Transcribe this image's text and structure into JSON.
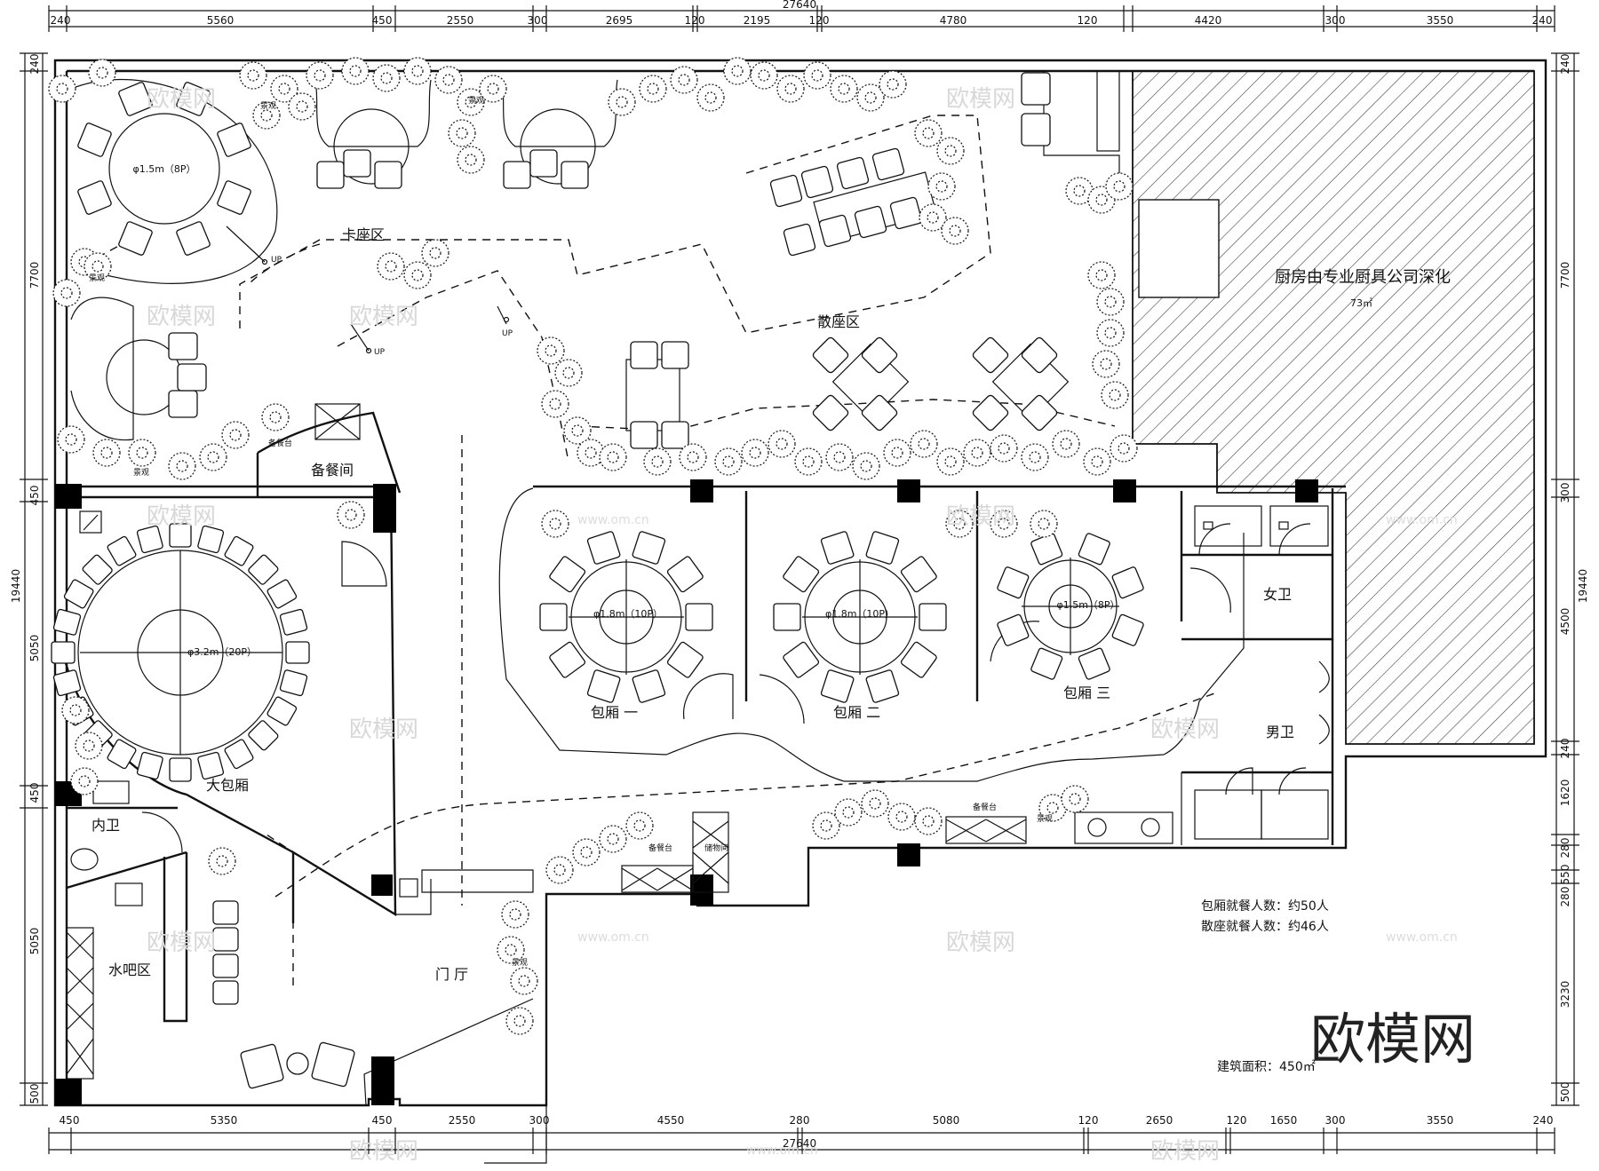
{
  "dimensions": {
    "top_total": "27640",
    "bottom_total": "27640",
    "top": [
      "240",
      "5560",
      "450",
      "2550",
      "300",
      "2695",
      "120",
      "2195",
      "120",
      "4780",
      "120",
      "4420",
      "300",
      "3550",
      "240"
    ],
    "bottom": [
      "450",
      "5350",
      "450",
      "2550",
      "300",
      "4550",
      "280",
      "5080",
      "120",
      "2650",
      "120",
      "1650",
      "300",
      "3550",
      "240"
    ],
    "left_total": "19440",
    "left": [
      "240",
      "7700",
      "450",
      "5050",
      "450",
      "5050",
      "500"
    ],
    "right_total": "19440",
    "right": [
      "240",
      "7700",
      "300",
      "4500",
      "240",
      "1620",
      "280",
      "550",
      "280",
      "3230",
      "500"
    ]
  },
  "rooms": {
    "booth_area": "卡座区",
    "open_seating": "散座区",
    "kitchen_note": "厨房由专业厨具公司深化",
    "kitchen_area": "73㎡",
    "pantry": "备餐间",
    "service_counter": "备餐台",
    "large_private_room": "大包厢",
    "private_room_1": "包厢 一",
    "private_room_2": "包厢 二",
    "private_room_3": "包厢 三",
    "women_wc": "女卫",
    "men_wc": "男卫",
    "inner_wc": "内卫",
    "water_bar": "水吧区",
    "lobby": "门 厅",
    "storage": "储物间",
    "landscape": "景观"
  },
  "tables": {
    "round_8p_a": "φ1.5m（8P）",
    "round_20p": "φ3.2m（20P）",
    "round_10p_a": "φ1.8m（10P）",
    "round_10p_b": "φ1.8m（10P）",
    "round_8p_b": "φ1.5m（8P）"
  },
  "up_label": "UP",
  "notes": {
    "private_seats": "包厢就餐人数：约50人",
    "open_seats": "散座就餐人数：约46人",
    "floor_area": "建筑面积：450㎡"
  },
  "watermark": {
    "text": "欧模网",
    "url": "www.om.cn"
  },
  "brand": "欧模网"
}
